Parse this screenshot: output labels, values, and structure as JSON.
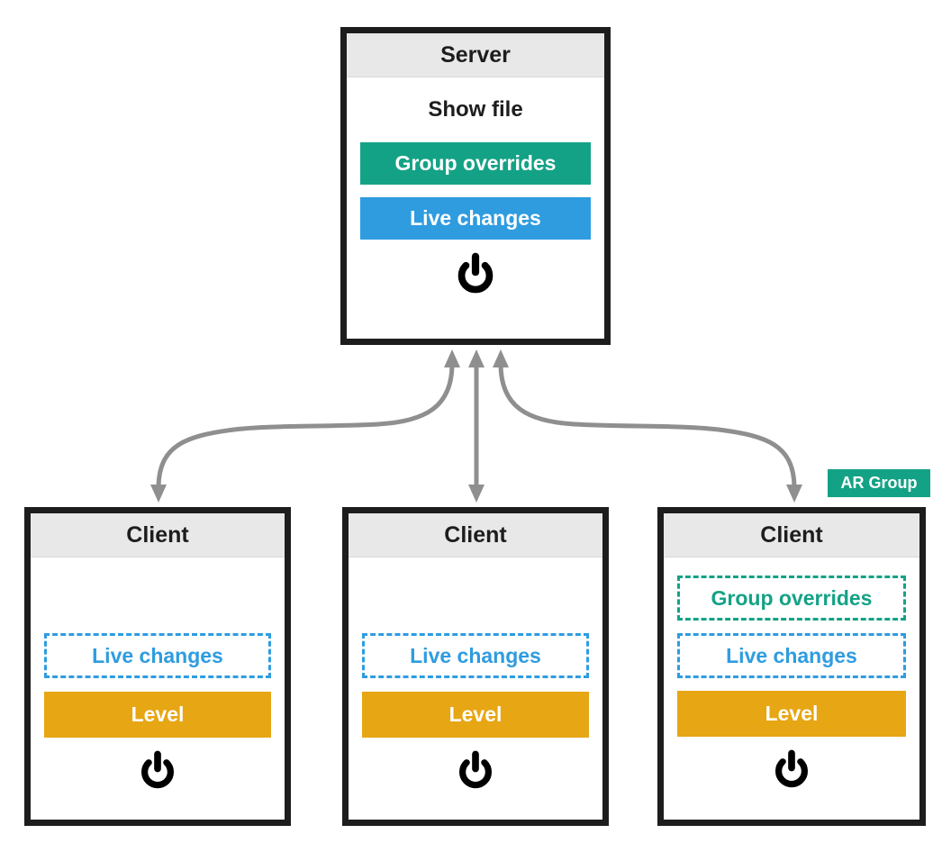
{
  "diagram": {
    "server": {
      "title": "Server",
      "show_file_label": "Show file",
      "group_overrides_label": "Group overrides",
      "live_changes_label": "Live changes"
    },
    "clients": [
      {
        "title": "Client",
        "live_changes_label": "Live changes",
        "level_label": "Level"
      },
      {
        "title": "Client",
        "live_changes_label": "Live changes",
        "level_label": "Level"
      },
      {
        "title": "Client",
        "group_overrides_label": "Group overrides",
        "live_changes_label": "Live changes",
        "level_label": "Level"
      }
    ],
    "ar_group_badge_label": "AR Group",
    "icons": {
      "power": "power-icon"
    },
    "colors": {
      "green": "#14a286",
      "blue": "#2f9ce0",
      "orange": "#e7a614",
      "arrow_gray": "#8f8f8f",
      "border_dark": "#1d1d1d",
      "header_gray": "#e8e8e8"
    }
  }
}
